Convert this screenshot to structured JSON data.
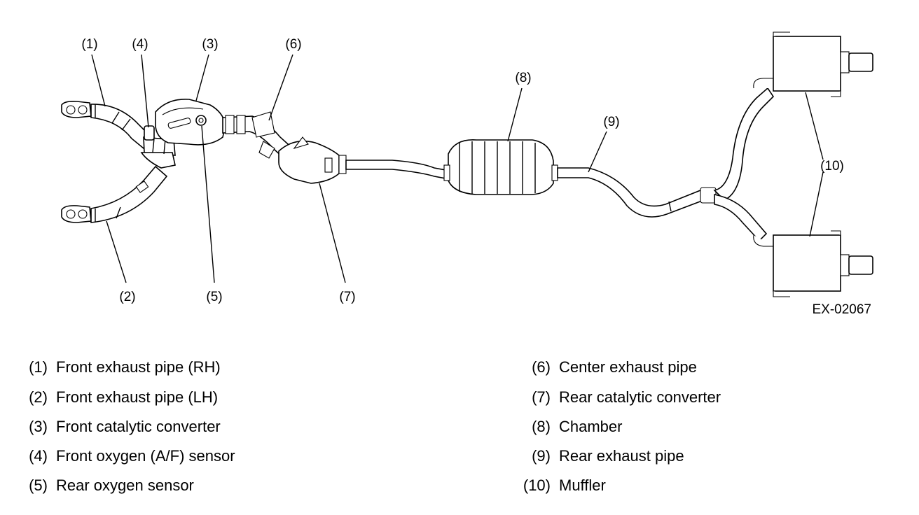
{
  "figure_id": "EX-02067",
  "callouts": [
    {
      "id": "1",
      "label": "(1)"
    },
    {
      "id": "2",
      "label": "(2)"
    },
    {
      "id": "3",
      "label": "(3)"
    },
    {
      "id": "4",
      "label": "(4)"
    },
    {
      "id": "5",
      "label": "(5)"
    },
    {
      "id": "6",
      "label": "(6)"
    },
    {
      "id": "7",
      "label": "(7)"
    },
    {
      "id": "8",
      "label": "(8)"
    },
    {
      "id": "9",
      "label": "(9)"
    },
    {
      "id": "10",
      "label": "(10)"
    }
  ],
  "legend": [
    {
      "num": "(1)",
      "text": "Front exhaust pipe (RH)"
    },
    {
      "num": "(2)",
      "text": "Front exhaust pipe (LH)"
    },
    {
      "num": "(3)",
      "text": "Front catalytic converter"
    },
    {
      "num": "(4)",
      "text": "Front oxygen (A/F) sensor"
    },
    {
      "num": "(5)",
      "text": "Rear oxygen sensor"
    },
    {
      "num": "(6)",
      "text": "Center exhaust pipe"
    },
    {
      "num": "(7)",
      "text": "Rear catalytic converter"
    },
    {
      "num": "(8)",
      "text": "Chamber"
    },
    {
      "num": "(9)",
      "text": "Rear exhaust pipe"
    },
    {
      "num": "(10)",
      "text": "Muffler"
    }
  ]
}
